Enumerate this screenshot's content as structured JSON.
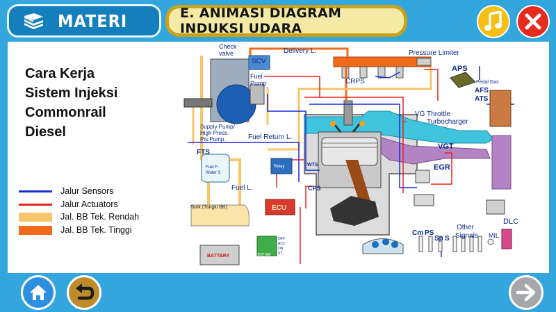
{
  "header": {
    "section_label": "MATERI",
    "title": "E. ANIMASI DIAGRAM INDUKSI UDARA",
    "icons": {
      "book": "book-icon",
      "music": "music-note-icon",
      "close": "close-x-icon"
    }
  },
  "content": {
    "heading_lines": [
      "Cara Kerja",
      "Sistem Injeksi",
      "Commonrail",
      "Diesel"
    ],
    "legend": [
      {
        "label": "Jalur Sensors",
        "color": "#1a2bd6"
      },
      {
        "label": "Jalur Actuators",
        "color": "#e8231c"
      },
      {
        "label": "Jal. BB Tek. Rendah",
        "color": "#f9c46a"
      },
      {
        "label": "Jal. BB Tek. Tinggi",
        "color": "#f26a1b"
      }
    ],
    "diagram_labels": {
      "check_valve": "Check\nvalve",
      "scv": "SCV",
      "delivery": "Delivery L.",
      "pressure_limiter": "Pressure Limiter",
      "fuel_pump": "Fuel\nPump",
      "crps": "CRPS",
      "aps": "APS",
      "pedal_gas": "Pedal Gas",
      "afs": "AFS",
      "ats": "ATS",
      "dlc": "DLC",
      "supply_pump": "Supply Pump/\nHigh Press.\nPis.Pump.",
      "fuel_return": "Fuel Return L.",
      "vg_throttle": "VG Throttle",
      "turbocharger": "Turbocharger",
      "vgt": "VGT",
      "egr": "EGR",
      "fts": "FTS",
      "fuel_filter": "Fuel F-\nWater S",
      "relay": "Relay",
      "wts": "WTS",
      "fuel_l": "Fuel L.",
      "cps": "CPS",
      "ecu": "ECU",
      "tank": "Tank (Tangki BB)",
      "battery": "BATTERY",
      "cm": "Cm",
      "ps": "PS",
      "sp": "Sp",
      "s": "S",
      "other_signals": "Other\nSignals",
      "mil": "MIL",
      "sw_off": "OFF",
      "sw_acc": "ACC",
      "sw_on": "ON",
      "sw_st": "ST",
      "sw_label": "市辺 SW"
    }
  },
  "footer": {
    "icons": {
      "home": "home-icon",
      "back": "back-arrow-icon",
      "next": "next-arrow-icon"
    }
  },
  "colors": {
    "background": "#32a6dd",
    "header_blue": "#157fbe",
    "title_gold": "#c9a11a",
    "title_fill": "#f4eaa6"
  }
}
